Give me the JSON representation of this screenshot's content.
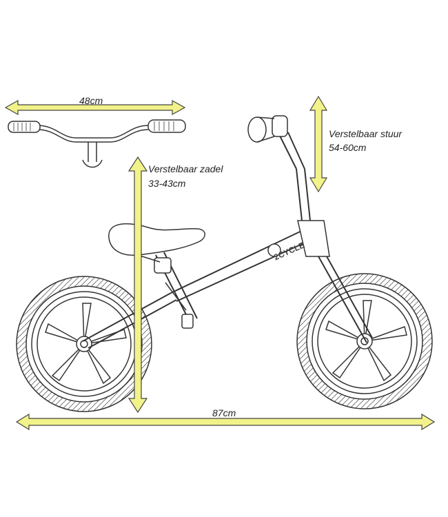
{
  "colors": {
    "arrow_fill": "#f2f28a",
    "arrow_stroke": "#444444",
    "line_art": "#333333",
    "background": "#ffffff"
  },
  "dimensions": {
    "handlebar_width": "48cm",
    "handlebar_height_label": "Verstelbaar stuur",
    "handlebar_height_range": "54-60cm",
    "saddle_height_label": "Verstelbaar zadel",
    "saddle_height_range": "33-43cm",
    "total_length": "87cm"
  },
  "brand": {
    "logo_text": "2CYCLE"
  },
  "icons": [
    "double-arrow-icon",
    "balance-bike-illustration",
    "handlebar-illustration"
  ]
}
